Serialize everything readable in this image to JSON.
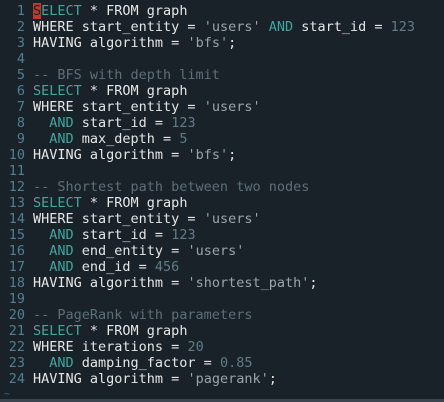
{
  "editor": {
    "lines": [
      {
        "num": "1",
        "tokens": [
          {
            "t": "S",
            "c": "cursor"
          },
          {
            "t": "ELECT",
            "c": "t-kw"
          },
          {
            "t": " * FROM graph",
            "c": "t-id"
          }
        ]
      },
      {
        "num": "2",
        "tokens": [
          {
            "t": "WHERE",
            "c": "t-kw2"
          },
          {
            "t": " start_entity = ",
            "c": "t-id"
          },
          {
            "t": "'users'",
            "c": "t-str"
          },
          {
            "t": " AND",
            "c": "t-kw"
          },
          {
            "t": " start_id = ",
            "c": "t-id"
          },
          {
            "t": "123",
            "c": "t-num"
          }
        ]
      },
      {
        "num": "3",
        "tokens": [
          {
            "t": "HAVING",
            "c": "t-kw2"
          },
          {
            "t": " algorithm = ",
            "c": "t-id"
          },
          {
            "t": "'bfs'",
            "c": "t-str"
          },
          {
            "t": ";",
            "c": "t-id"
          }
        ]
      },
      {
        "num": "4",
        "tokens": []
      },
      {
        "num": "5",
        "tokens": [
          {
            "t": "-- BFS with depth limit",
            "c": "t-comment"
          }
        ]
      },
      {
        "num": "6",
        "tokens": [
          {
            "t": "SELECT",
            "c": "t-kw"
          },
          {
            "t": " * FROM graph",
            "c": "t-id"
          }
        ]
      },
      {
        "num": "7",
        "tokens": [
          {
            "t": "WHERE",
            "c": "t-kw2"
          },
          {
            "t": " start_entity = ",
            "c": "t-id"
          },
          {
            "t": "'users'",
            "c": "t-str"
          }
        ]
      },
      {
        "num": "8",
        "tokens": [
          {
            "t": "  AND",
            "c": "t-kw"
          },
          {
            "t": " start_id = ",
            "c": "t-id"
          },
          {
            "t": "123",
            "c": "t-num"
          }
        ]
      },
      {
        "num": "9",
        "tokens": [
          {
            "t": "  AND",
            "c": "t-kw"
          },
          {
            "t": " max_depth = ",
            "c": "t-id"
          },
          {
            "t": "5",
            "c": "t-num"
          }
        ]
      },
      {
        "num": "10",
        "tokens": [
          {
            "t": "HAVING",
            "c": "t-kw2"
          },
          {
            "t": " algorithm = ",
            "c": "t-id"
          },
          {
            "t": "'bfs'",
            "c": "t-str"
          },
          {
            "t": ";",
            "c": "t-id"
          }
        ]
      },
      {
        "num": "11",
        "tokens": []
      },
      {
        "num": "12",
        "tokens": [
          {
            "t": "-- Shortest path between two nodes",
            "c": "t-comment"
          }
        ]
      },
      {
        "num": "13",
        "tokens": [
          {
            "t": "SELECT",
            "c": "t-kw"
          },
          {
            "t": " * FROM graph",
            "c": "t-id"
          }
        ]
      },
      {
        "num": "14",
        "tokens": [
          {
            "t": "WHERE",
            "c": "t-kw2"
          },
          {
            "t": " start_entity = ",
            "c": "t-id"
          },
          {
            "t": "'users'",
            "c": "t-str"
          }
        ]
      },
      {
        "num": "15",
        "tokens": [
          {
            "t": "  AND",
            "c": "t-kw"
          },
          {
            "t": " start_id = ",
            "c": "t-id"
          },
          {
            "t": "123",
            "c": "t-num"
          }
        ]
      },
      {
        "num": "16",
        "tokens": [
          {
            "t": "  AND",
            "c": "t-kw"
          },
          {
            "t": " end_entity = ",
            "c": "t-id"
          },
          {
            "t": "'users'",
            "c": "t-str"
          }
        ]
      },
      {
        "num": "17",
        "tokens": [
          {
            "t": "  AND",
            "c": "t-kw"
          },
          {
            "t": " end_id = ",
            "c": "t-id"
          },
          {
            "t": "456",
            "c": "t-num"
          }
        ]
      },
      {
        "num": "18",
        "tokens": [
          {
            "t": "HAVING",
            "c": "t-kw2"
          },
          {
            "t": " algorithm = ",
            "c": "t-id"
          },
          {
            "t": "'shortest_path'",
            "c": "t-str"
          },
          {
            "t": ";",
            "c": "t-id"
          }
        ]
      },
      {
        "num": "19",
        "tokens": []
      },
      {
        "num": "20",
        "tokens": [
          {
            "t": "-- PageRank with parameters",
            "c": "t-comment"
          }
        ]
      },
      {
        "num": "21",
        "tokens": [
          {
            "t": "SELECT",
            "c": "t-kw"
          },
          {
            "t": " * FROM graph",
            "c": "t-id"
          }
        ]
      },
      {
        "num": "22",
        "tokens": [
          {
            "t": "WHERE",
            "c": "t-kw2"
          },
          {
            "t": " iterations = ",
            "c": "t-id"
          },
          {
            "t": "20",
            "c": "t-num"
          }
        ]
      },
      {
        "num": "23",
        "tokens": [
          {
            "t": "  AND",
            "c": "t-kw"
          },
          {
            "t": " damping_factor = ",
            "c": "t-id"
          },
          {
            "t": "0.85",
            "c": "t-num"
          }
        ]
      },
      {
        "num": "24",
        "tokens": [
          {
            "t": "HAVING",
            "c": "t-kw2"
          },
          {
            "t": " algorithm = ",
            "c": "t-id"
          },
          {
            "t": "'pagerank'",
            "c": "t-str"
          },
          {
            "t": ";",
            "c": "t-id"
          }
        ]
      }
    ],
    "end_marker": "~"
  },
  "colors": {
    "background": "#1a2229",
    "line_number": "#4f7f95",
    "keyword": "#3fa7a2",
    "string": "#9aa4ab",
    "number": "#5f7c8a",
    "comment": "#5d6f79",
    "cursor": "#c0392b"
  }
}
